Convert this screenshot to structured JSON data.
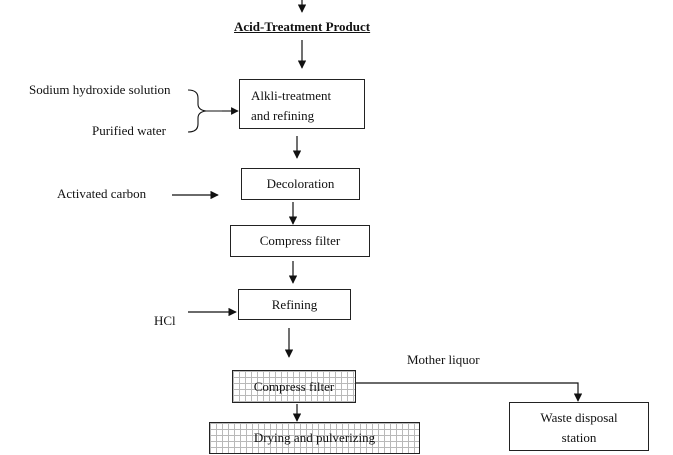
{
  "diagram": {
    "title": "Acid-Treatment Product",
    "steps": {
      "alkali": [
        "Alkli-treatment",
        "and refining"
      ],
      "decoloration": "Decoloration",
      "compress_filter_1": "Compress filter",
      "refining": "Refining",
      "compress_filter_2": "Compress filter",
      "drying": "Drying and  pulverizing",
      "waste": [
        "Waste disposal",
        "station"
      ]
    },
    "inputs": {
      "sodium_hydroxide": "Sodium hydroxide solution",
      "purified_water": "Purified water",
      "activated_carbon": "Activated carbon",
      "hcl": "HCl",
      "mother_liquor": "Mother liquor"
    }
  }
}
